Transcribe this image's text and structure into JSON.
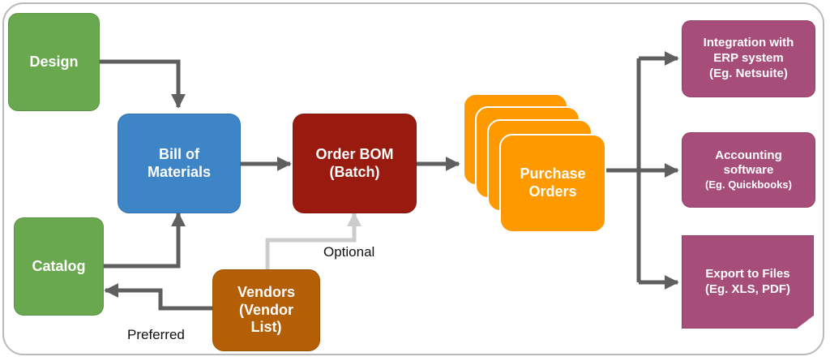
{
  "nodes": {
    "design": "Design",
    "catalog": "Catalog",
    "bom": "Bill of\nMaterials",
    "order_bom": "Order BOM\n(Batch)",
    "purchase_orders": "Purchase\nOrders",
    "vendors": "Vendors\n(Vendor\nList)",
    "erp": "Integration with\nERP system\n(Eg. Netsuite)",
    "accounting_main": "Accounting\nsoftware",
    "accounting_sub": "(Eg. Quickbooks)",
    "export": "Export to Files\n(Eg. XLS, PDF)"
  },
  "edge_labels": {
    "optional": "Optional",
    "preferred": "Preferred"
  },
  "colors": {
    "arrow": "#5f5f5f",
    "optional_arrow": "#cccccc"
  }
}
